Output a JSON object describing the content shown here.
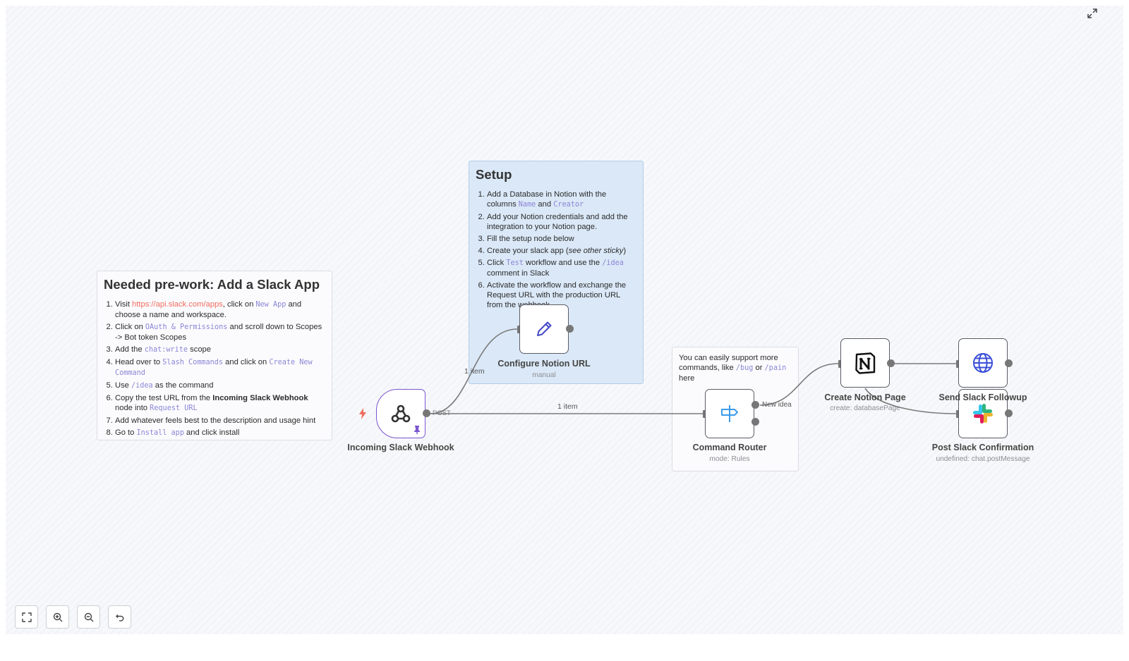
{
  "stickies": {
    "prework": {
      "title": "Needed pre-work: Add a Slack App",
      "s1_pre": "Visit ",
      "s1_link": "https://api.slack.com/apps",
      "s1_mid": ", click on ",
      "s1_code": "New App",
      "s1_post": " and choose a name and workspace.",
      "s2_pre": "Click on ",
      "s2_code": "OAuth & Permissions",
      "s2_post": " and scroll down to Scopes -> Bot token Scopes",
      "s3_pre": "Add the ",
      "s3_code": "chat:write",
      "s3_post": " scope",
      "s4_pre": "Head over to ",
      "s4_code1": "Slash Commands",
      "s4_mid": " and click on ",
      "s4_code2": "Create New Command",
      "s5_pre": "Use ",
      "s5_code": "/idea",
      "s5_post": " as the command",
      "s6_pre": "Copy the test URL from the ",
      "s6_bold": "Incoming Slack Webhook",
      "s6_mid": " node into ",
      "s6_code": "Request URL",
      "s7": "Add whatever feels best to the description and usage hint",
      "s8_pre": "Go to ",
      "s8_code": "Install app",
      "s8_post": " and click install"
    },
    "setup": {
      "title": "Setup",
      "s1_pre": "Add a Database in Notion with the columns ",
      "s1_code1": "Name",
      "s1_mid": " and ",
      "s1_code2": "Creator",
      "s2": "Add your Notion credentials and add the integration to your Notion page.",
      "s3": "Fill the setup node below",
      "s4_pre": "Create your slack app (",
      "s4_em": "see other sticky",
      "s4_post": ")",
      "s5_pre": "Click ",
      "s5_code1": "Test",
      "s5_mid": " workflow and use the ",
      "s5_code2": "/idea",
      "s5_post": " comment in Slack",
      "s6": "Activate the workflow and exchange the Request URL with the production URL from the webhook"
    },
    "router_note": {
      "pre": "You can easily support more commands, like ",
      "code1": "/bug",
      "mid": " or ",
      "code2": "/pain",
      "post": " here"
    }
  },
  "nodes": {
    "webhook": {
      "title": "Incoming Slack Webhook"
    },
    "configure": {
      "title": "Configure Notion URL",
      "subtitle": "manual"
    },
    "router": {
      "title": "Command Router",
      "subtitle": "mode: Rules"
    },
    "notion": {
      "title": "Create Notion Page",
      "subtitle": "create: databasePage"
    },
    "send": {
      "title": "Send Slack Followup"
    },
    "post": {
      "title": "Post Slack Confirmation",
      "subtitle": "undefined: chat.postMessage"
    }
  },
  "edges": {
    "webhook_output": "POST",
    "to_configure": "1 item",
    "to_router": "1 item",
    "router_output": "New idea"
  },
  "colors": {
    "accent": "#ef6c5e",
    "code": "#8b86d6",
    "trigger_border": "#7b55cf",
    "setup_sticky": "#dae8f7",
    "connection": "#7a7a7a"
  },
  "icons": [
    "expand-icon",
    "webhook-icon",
    "trigger-bolt-icon",
    "pin-icon",
    "pencil-icon",
    "signpost-icon",
    "notion-icon",
    "globe-icon",
    "slack-icon",
    "fit-view-icon",
    "zoom-in-icon",
    "zoom-out-icon",
    "reset-icon"
  ],
  "controls": {
    "fit": "Fit view",
    "zoom_in": "Zoom in",
    "zoom_out": "Zoom out",
    "reset": "Reset zoom"
  }
}
